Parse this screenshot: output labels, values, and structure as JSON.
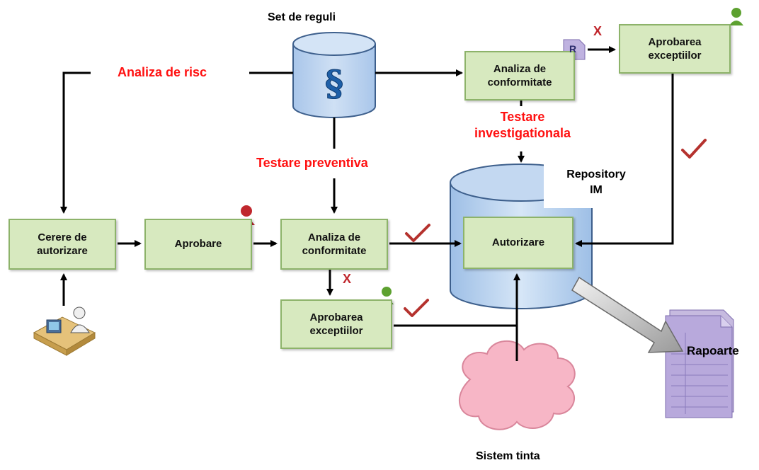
{
  "labels": {
    "set_de_reguli": "Set de reguli",
    "analiza_de_risc": "Analiza de risc",
    "testare_preventiva": "Testare preventiva",
    "testare_investigationala_1": "Testare",
    "testare_investigationala_2": "investigationala",
    "repository_1": "Repository",
    "repository_2": "IM",
    "sistem_tinta": "Sistem tinta",
    "rapoarte": "Rapoarte"
  },
  "boxes": {
    "cerere_1": "Cerere de",
    "cerere_2": "autorizare",
    "aprobare": "Aprobare",
    "analiza_mid_1": "Analiza de",
    "analiza_mid_2": "conformitate",
    "analiza_top_1": "Analiza de",
    "analiza_top_2": "conformitate",
    "exceptii_top_1": "Aprobarea",
    "exceptii_top_2": "exceptiilor",
    "exceptii_bot_1": "Aprobarea",
    "exceptii_bot_2": "exceptiilor",
    "autorizare": "Autorizare"
  },
  "marks": {
    "reject": "X",
    "report_badge": "R"
  },
  "colors": {
    "box_fill": "#d7e9bf",
    "box_border": "#8db36a",
    "red_label": "#ff1010",
    "checkmark": "#b5322e",
    "database": "#b9d3ef",
    "report": "#b8a9dc",
    "cloud": "#f7b6c6"
  }
}
